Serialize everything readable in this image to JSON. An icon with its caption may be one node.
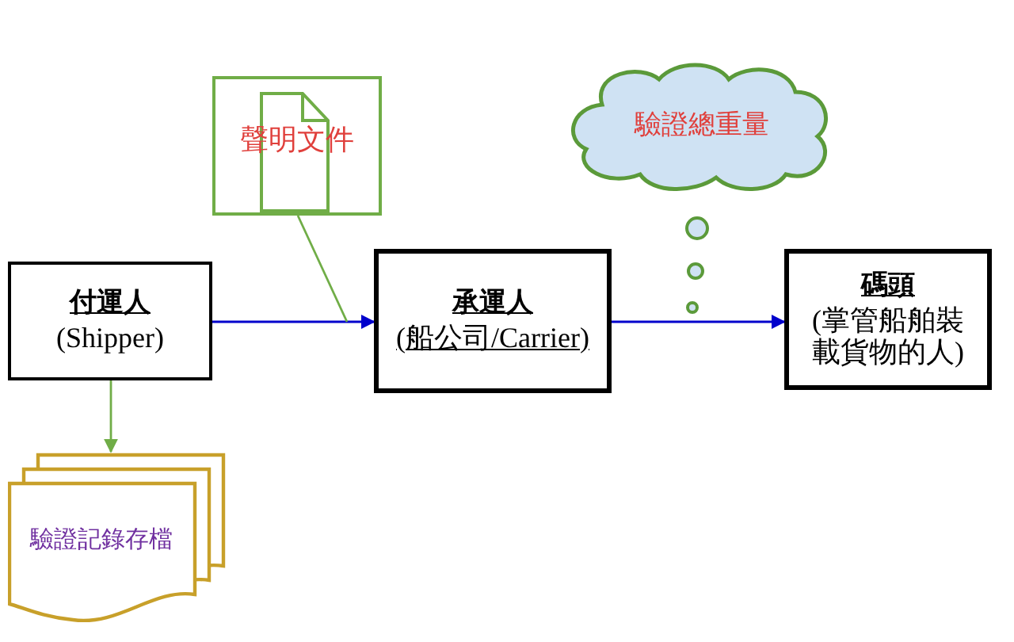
{
  "diagram": {
    "nodes": [
      {
        "text": [
          "付運人",
          "(Shipper)"
        ]
      },
      {
        "text": [
          "承運人",
          "(船公司/Carrier)"
        ]
      },
      {
        "text": [
          "碼頭",
          "(掌管船舶裝載貨物的人)"
        ]
      },
      {
        "text": [
          "聲明文件"
        ]
      },
      {
        "text": [
          "驗證總重量"
        ]
      },
      {
        "text": [
          "驗證記錄存檔"
        ]
      }
    ],
    "edges": [
      {
        "from": 0,
        "to": 1,
        "arrow": "to"
      },
      {
        "from": 1,
        "to": 2,
        "arrow": "to"
      },
      {
        "from": 0,
        "to": 5,
        "arrow": "to",
        "color": "#70ad47"
      },
      {
        "from": 3,
        "to": null,
        "arrow": "none",
        "color": "#70ad47"
      }
    ]
  }
}
